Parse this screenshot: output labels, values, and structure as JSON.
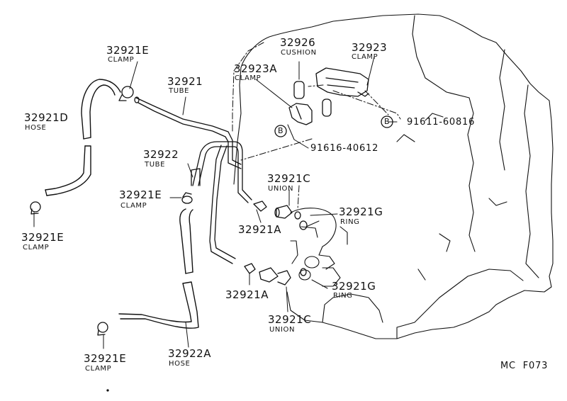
{
  "labels": {
    "c_32921E_top": {
      "num": "32921E",
      "name": "CLAMP"
    },
    "c_32921": {
      "num": "32921",
      "name": "TUBE"
    },
    "c_32926": {
      "num": "32926",
      "name": "CUSHION"
    },
    "c_32923": {
      "num": "32923",
      "name": "CLAMP"
    },
    "c_32923A": {
      "num": "32923A",
      "name": "CLAMP"
    },
    "c_32921D": {
      "num": "32921D",
      "name": "HOSE"
    },
    "c_32922": {
      "num": "32922",
      "name": "TUBE"
    },
    "c_32921C_top": {
      "num": "32921C",
      "name": "UNION"
    },
    "c_32921E_mid": {
      "num": "32921E",
      "name": "CLAMP"
    },
    "c_32921G_top": {
      "num": "32921G",
      "name": "RING"
    },
    "c_32921E_left": {
      "num": "32921E",
      "name": "CLAMP"
    },
    "c_32921A_top": {
      "num": "32921A"
    },
    "c_32921A_bot": {
      "num": "32921A"
    },
    "c_32921G_bot": {
      "num": "32921G",
      "name": "RING"
    },
    "c_32921C_bot": {
      "num": "32921C",
      "name": "UNION"
    },
    "c_32922A": {
      "num": "32922A",
      "name": "HOSE"
    },
    "c_32921E_bot": {
      "num": "32921E",
      "name": "CLAMP"
    },
    "bolt_1": {
      "symbol": "B",
      "num": "91611-60816"
    },
    "bolt_2": {
      "symbol": "B",
      "num": "91616-40612"
    }
  },
  "footer": {
    "code": "MC  F073"
  }
}
